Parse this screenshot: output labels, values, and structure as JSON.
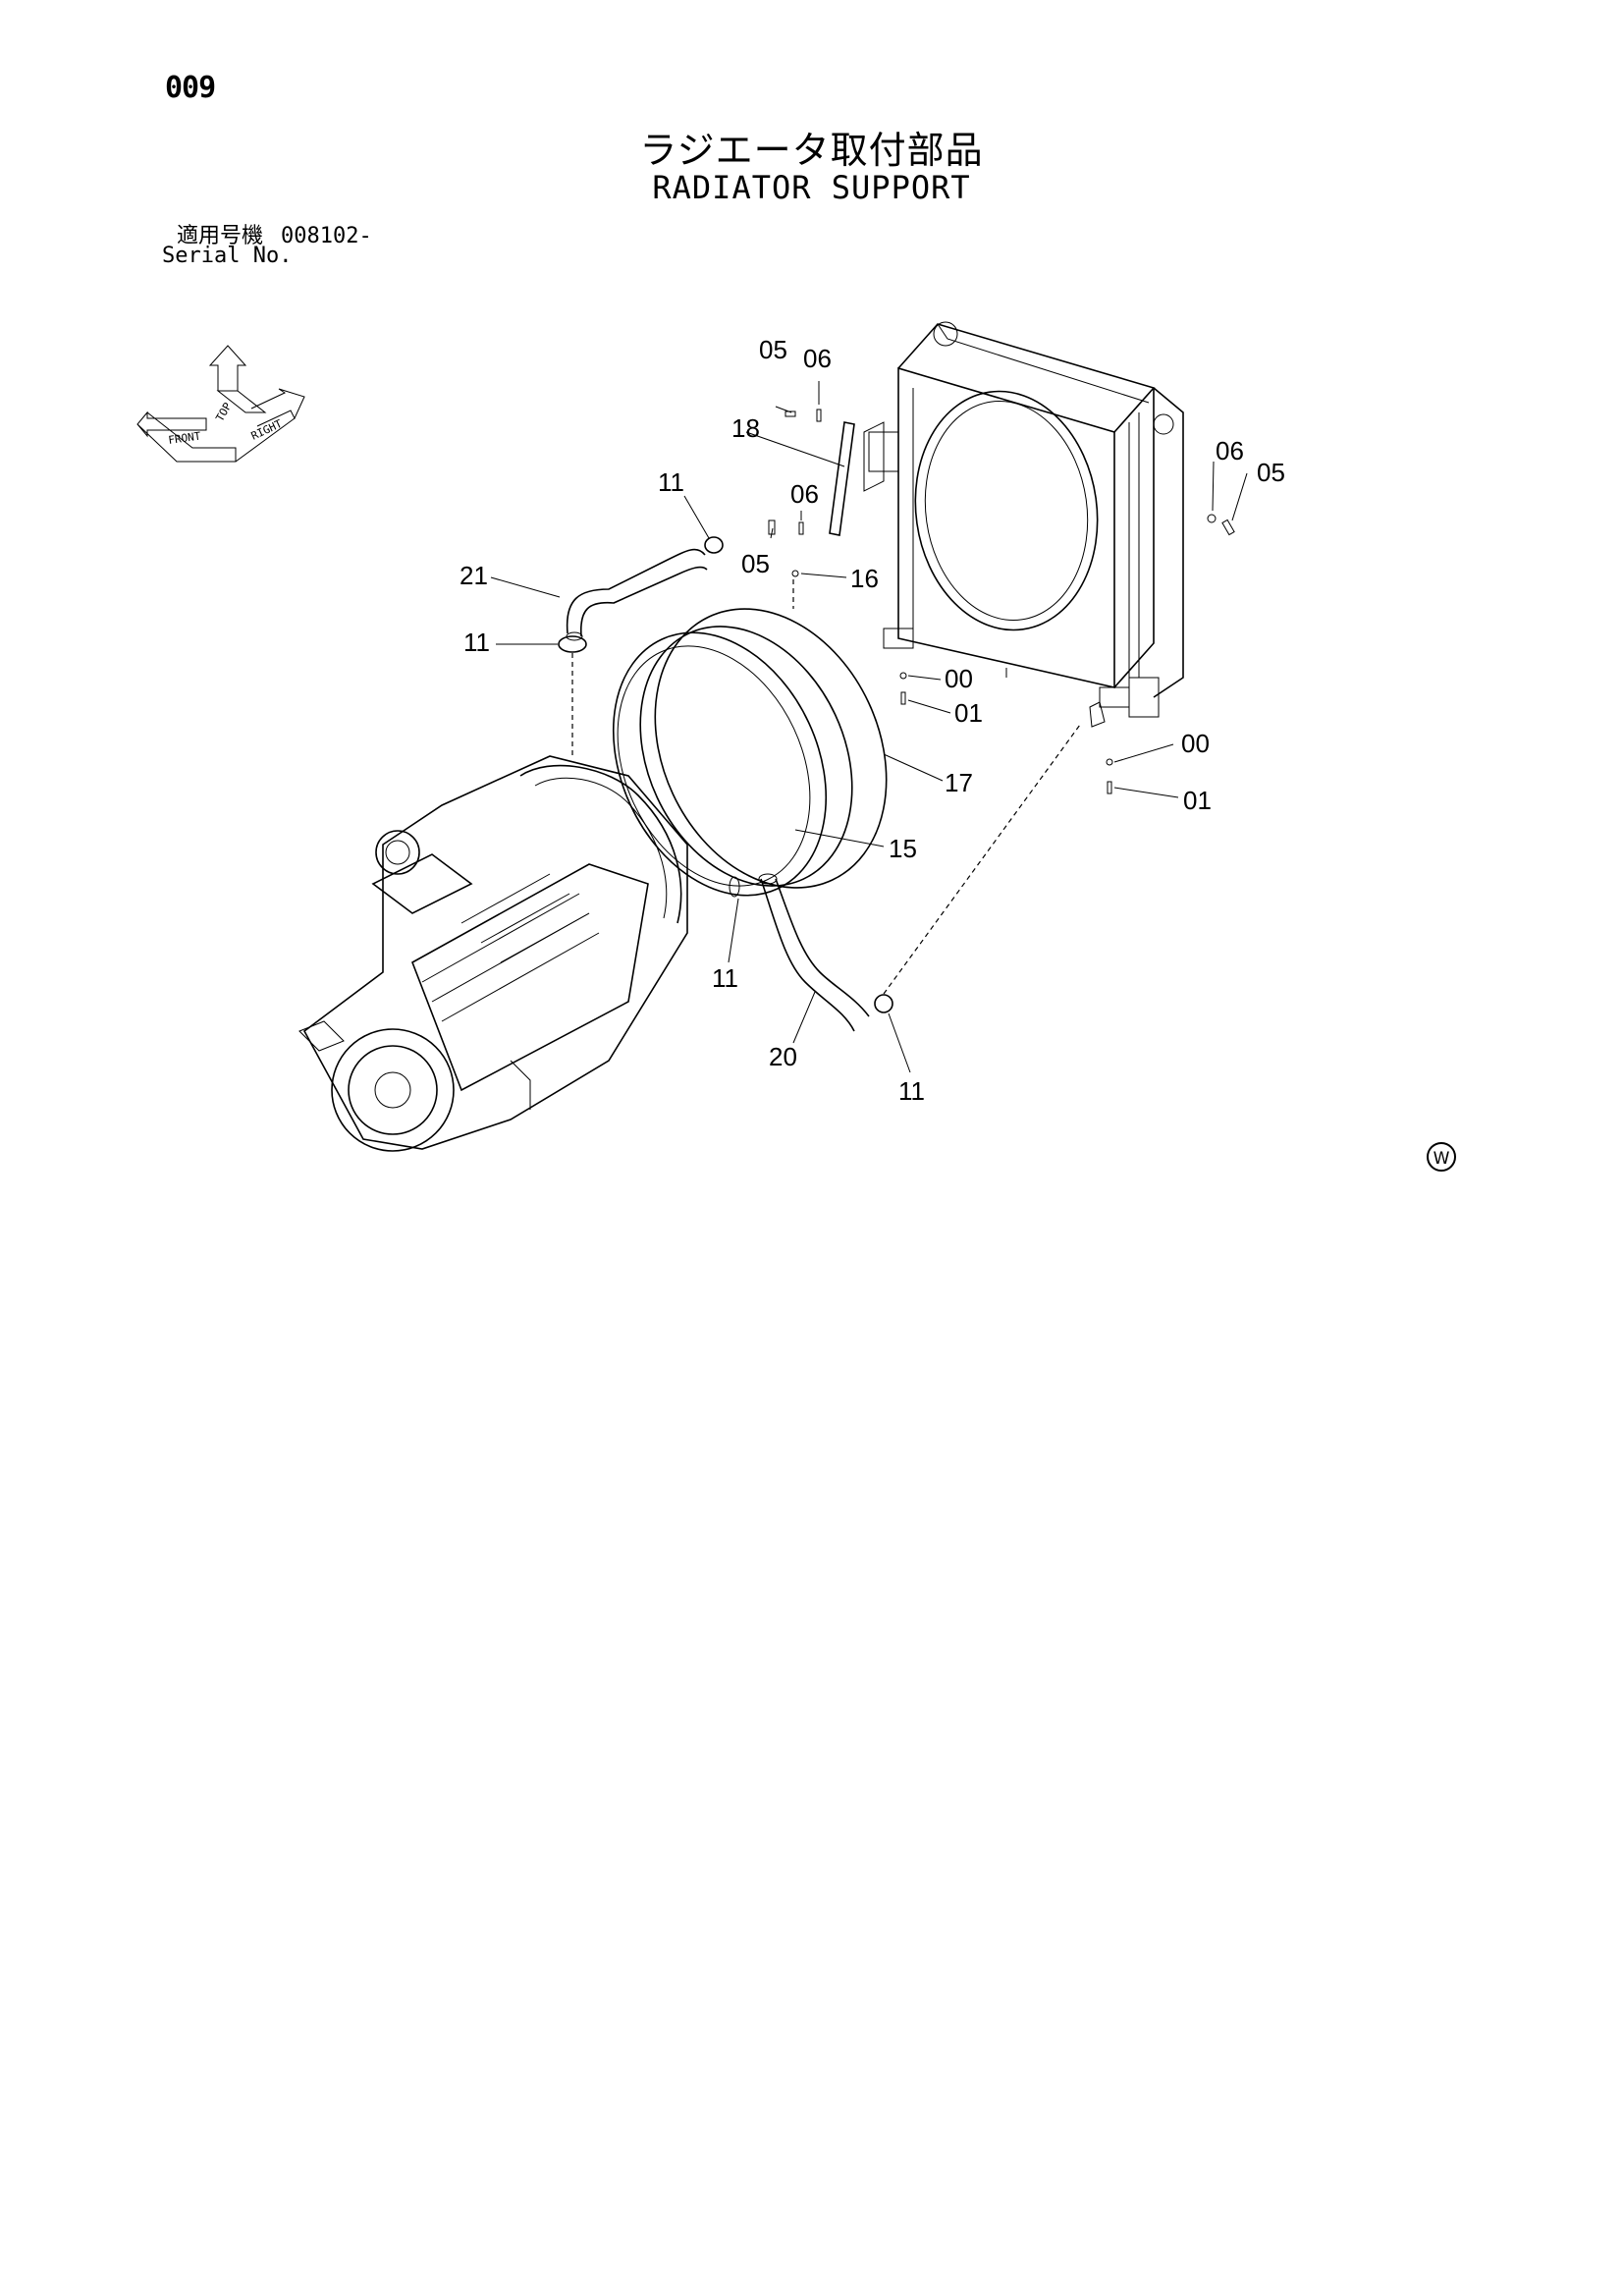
{
  "page": {
    "number": "009",
    "title_jp": "ラジエータ取付部品",
    "title_en": "RADIATOR SUPPORT",
    "serial_label_jp": "適用号機",
    "serial_number": "008102-",
    "serial_label_en": "Serial No.",
    "watermark": "W"
  },
  "orientation_icon": {
    "labels": [
      "FRONT",
      "TOP",
      "RIGHT"
    ]
  },
  "callouts": [
    {
      "id": "c-05a",
      "text": "05"
    },
    {
      "id": "c-06a",
      "text": "06"
    },
    {
      "id": "c-18",
      "text": "18"
    },
    {
      "id": "c-11a",
      "text": "11"
    },
    {
      "id": "c-06b",
      "text": "06"
    },
    {
      "id": "c-05b",
      "text": "05"
    },
    {
      "id": "c-16",
      "text": "16"
    },
    {
      "id": "c-21",
      "text": "21"
    },
    {
      "id": "c-11b",
      "text": "11"
    },
    {
      "id": "c-00a",
      "text": "00"
    },
    {
      "id": "c-01a",
      "text": "01"
    },
    {
      "id": "c-06c",
      "text": "06"
    },
    {
      "id": "c-05c",
      "text": "05"
    },
    {
      "id": "c-00b",
      "text": "00"
    },
    {
      "id": "c-01b",
      "text": "01"
    },
    {
      "id": "c-17",
      "text": "17"
    },
    {
      "id": "c-15",
      "text": "15"
    },
    {
      "id": "c-11c",
      "text": "11"
    },
    {
      "id": "c-20",
      "text": "20"
    },
    {
      "id": "c-11d",
      "text": "11"
    }
  ]
}
